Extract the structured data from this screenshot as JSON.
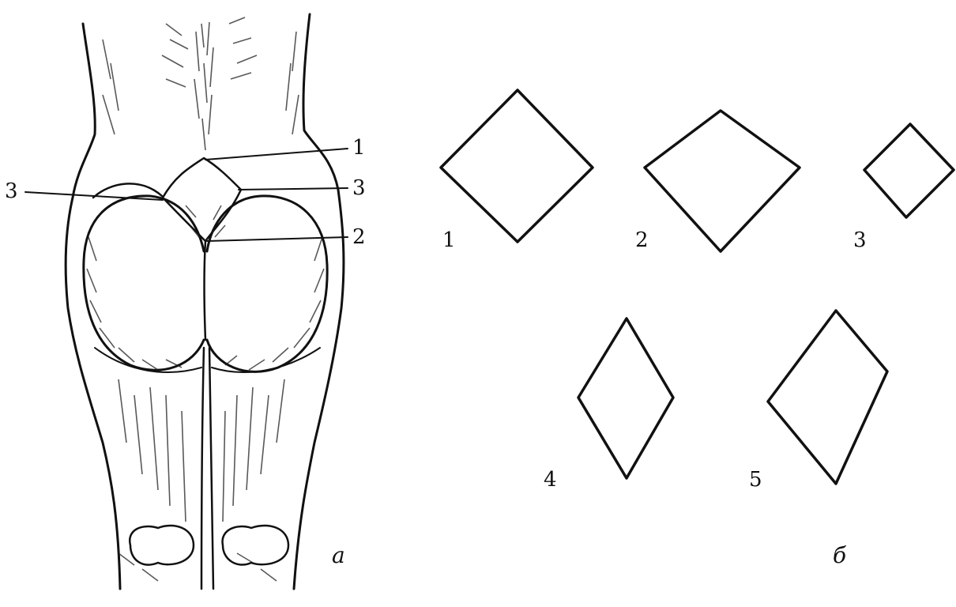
{
  "panel_a": {
    "caption": "а",
    "labels": {
      "one": "1",
      "two": "2",
      "three_left": "3",
      "three_right": "3"
    }
  },
  "panel_b": {
    "caption": "б",
    "shapes": [
      {
        "number": "1"
      },
      {
        "number": "2"
      },
      {
        "number": "3"
      },
      {
        "number": "4"
      },
      {
        "number": "5"
      }
    ]
  }
}
